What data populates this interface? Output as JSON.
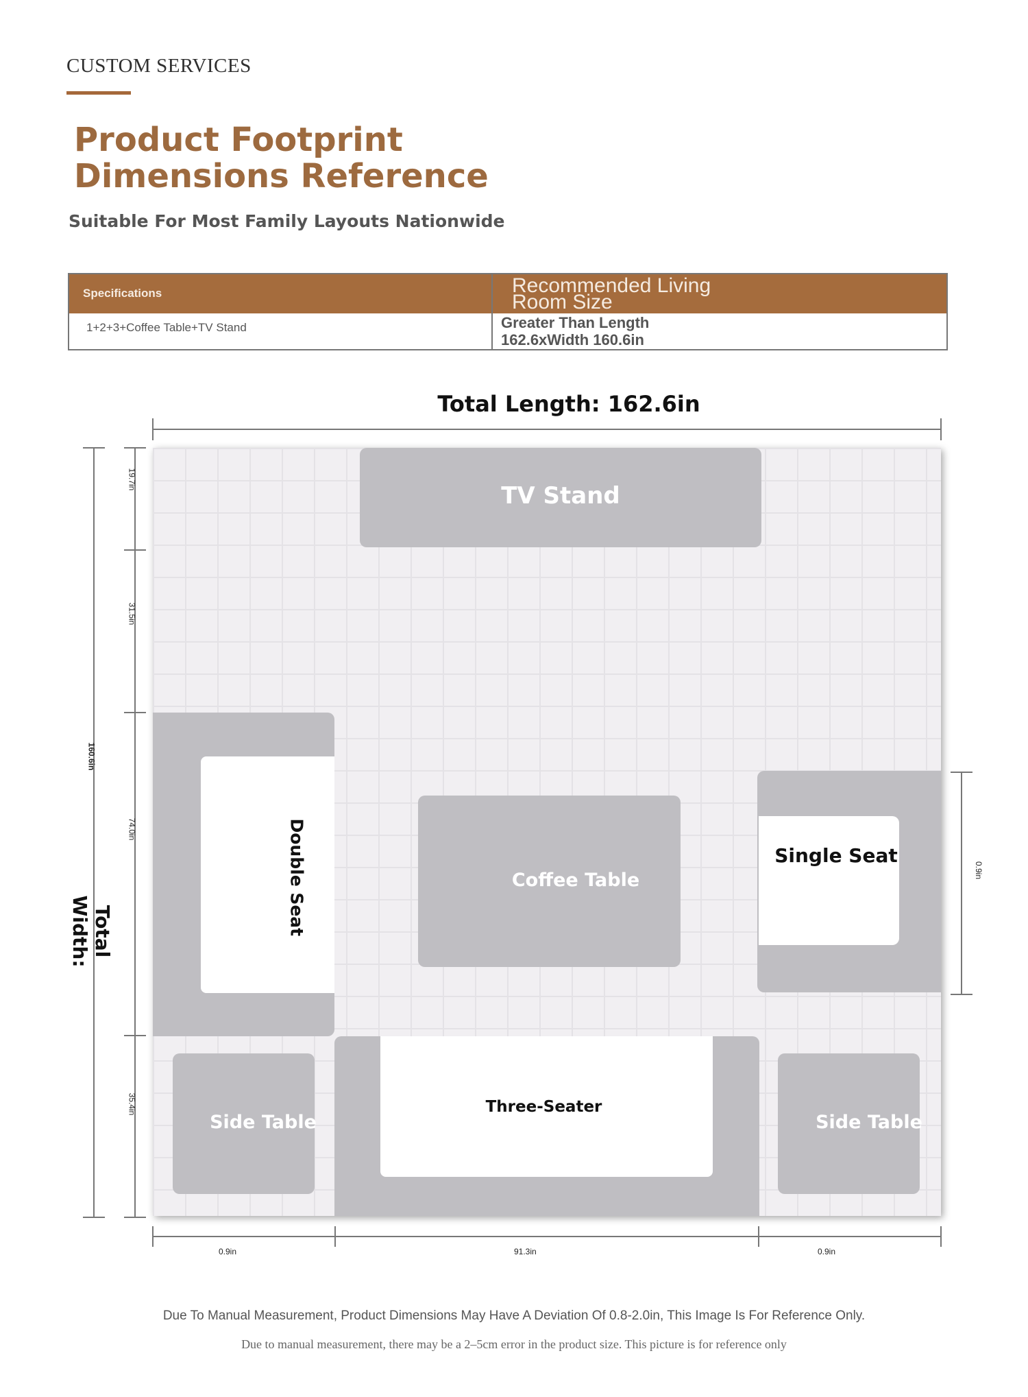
{
  "header": {
    "brand": "CUSTOM SERVICES",
    "title": "Product Footprint Dimensions Reference",
    "subtitle": "Suitable For Most Family Layouts Nationwide"
  },
  "spec_table": {
    "col1_header": "Specifications",
    "col2_header": "Recommended Living Room Size",
    "col1_value": "1+2+3+Coffee Table+TV Stand",
    "col2_value": "Greater Than Length 162.6xWidth 160.6in"
  },
  "diagram": {
    "total_length": "Total Length: 162.6in",
    "total_width_label": "Total Width:",
    "total_width_value": "160.6in",
    "left_dims": [
      "19.7in",
      "31.5in",
      "74.0in",
      "35.4in"
    ],
    "bottom_dims": [
      "0.9in",
      "91.3in",
      "0.9in"
    ],
    "right_dim": "0.9in",
    "pieces": {
      "tv_stand": "TV Stand",
      "double_seat": "Double Seat",
      "coffee_table": "Coffee Table",
      "single_seat": "Single Seat",
      "three_seater": "Three-Seater",
      "side_table_left": "Side Table",
      "side_table_right": "Side Table"
    },
    "colors": {
      "furniture": "#bfbec2",
      "cushion": "#ffffff",
      "floor": "#f1eff2",
      "accent": "#a56c3d"
    }
  },
  "footer": {
    "note1": "Due To Manual Measurement, Product Dimensions May Have A Deviation Of 0.8-2.0in, This Image Is For Reference Only.",
    "note2": "Due to manual measurement, there may be a 2–5cm error in the product size. This picture is for reference only"
  }
}
